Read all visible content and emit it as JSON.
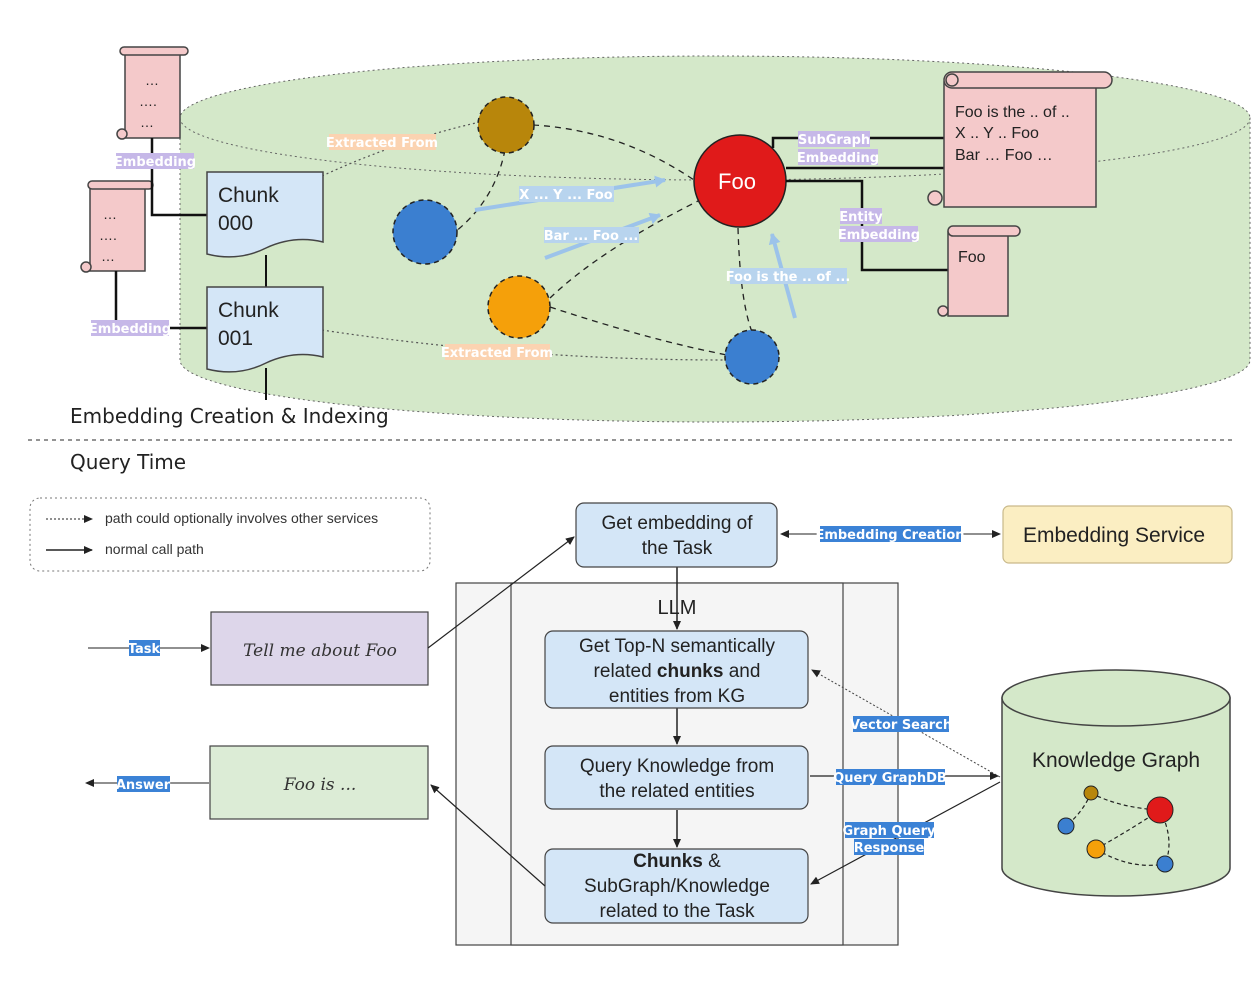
{
  "sections": {
    "indexing_title": "Embedding Creation & Indexing",
    "query_title": "Query Time"
  },
  "legend": {
    "dotted": "path could optionally involves other services",
    "solid": "normal call path"
  },
  "indexing": {
    "chunk0": [
      "Chunk",
      "000"
    ],
    "chunk1": [
      "Chunk",
      "001"
    ],
    "foo_node": "Foo",
    "scroll_big": [
      "Foo is the .. of ..",
      "X .. Y .. Foo",
      "Bar … Foo …"
    ],
    "scroll_small": "Foo",
    "doc_dots": [
      "…",
      "….",
      "…"
    ],
    "labels": {
      "embedding_1": "Embedding",
      "embedding_2": "Embedding",
      "extracted_from_1": "Extracted From",
      "extracted_from_2": "Extracted From",
      "subgraph_embedding": [
        "SubGraph",
        "Embedding"
      ],
      "entity_embedding": [
        "Entity",
        "Embedding"
      ],
      "rel_xy": "X ... Y ... Foo",
      "rel_bar": "Bar ... Foo ...",
      "rel_foo_is": "Foo is the .. of ..."
    }
  },
  "query": {
    "get_embedding": [
      "Get embedding of",
      "the Task"
    ],
    "embedding_service": "Embedding Service",
    "embedding_creation": "Embedding Creation",
    "llm": "LLM",
    "top_n": [
      "Get Top-N semantically",
      "related ",
      "chunks",
      " and",
      "entities from KG"
    ],
    "query_knowledge": [
      "Query Knowledge from",
      "the related entities"
    ],
    "chunks_result": [
      "Chunks",
      " &",
      "SubGraph/Knowledge",
      "related to the Task"
    ],
    "task_label": "Task",
    "task_text": "Tell me about Foo",
    "answer_label": "Answer",
    "answer_text": "Foo is ...",
    "knowledge_graph": "Knowledge Graph",
    "vector_search": "Vector Search",
    "query_graphdb": "Query GraphDB",
    "graph_query_response": [
      "Graph Query",
      "Response"
    ]
  },
  "colors": {
    "cylinder": "#d4e8c9",
    "chunk_box": "#d4e6f7",
    "doc_pink": "#f4c9ca",
    "foo_red": "#e01a1a",
    "node_blue": "#3b7fd0",
    "node_gold": "#b8860b",
    "node_orange": "#f5a00a",
    "tag_purple_bg": "#c6b8e8",
    "tag_orange_bg": "#fbd3b1",
    "tag_blue_bg": "#3b82d6",
    "embedding_service_bg": "#fbeec2",
    "task_bg": "#ddd6ea",
    "answer_bg": "#dcecd6"
  }
}
